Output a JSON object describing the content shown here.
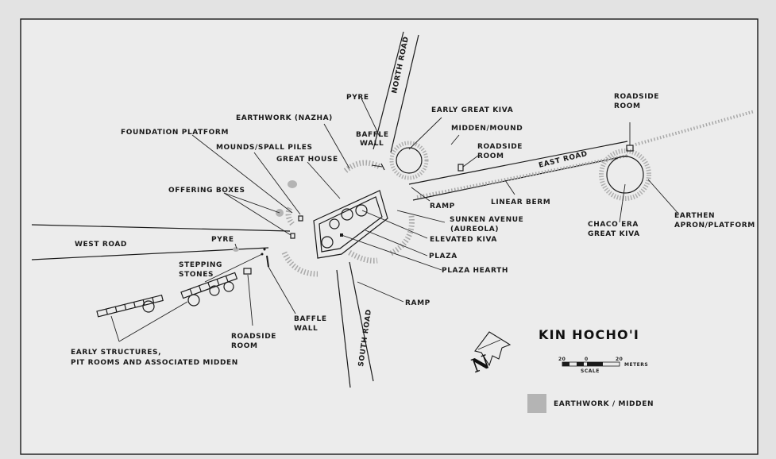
{
  "map": {
    "title": "KIN HOCHO'I",
    "labels": {
      "earthwork_nazha": "EARTHWORK (NAZHA)",
      "pyre_top": "PYRE",
      "north_road": "NORTH ROAD",
      "early_great_kiva": "EARLY GREAT KIVA",
      "midden_mound": "MIDDEN/MOUND",
      "roadside_room_mid_1": "ROADSIDE",
      "roadside_room_mid_2": "ROOM",
      "roadside_room_right_1": "ROADSIDE",
      "roadside_room_right_2": "ROOM",
      "east_road": "EAST ROAD",
      "foundation_platform": "FOUNDATION PLATFORM",
      "baffle_wall_top_1": "BAFFLE",
      "baffle_wall_top_2": "WALL",
      "mounds_spall_piles": "MOUNDS/SPALL PILES",
      "great_house": "GREAT HOUSE",
      "offering_boxes": "OFFERING BOXES",
      "ramp_top": "RAMP",
      "linear_berm": "LINEAR BERM",
      "chaco_great_kiva_1": "CHACO ERA",
      "chaco_great_kiva_2": "GREAT KIVA",
      "earthen_apron_1": "EARTHEN",
      "earthen_apron_2": "APRON/PLATFORM",
      "sunken_avenue_1": "SUNKEN AVENUE",
      "sunken_avenue_2": "(AUREOLA)",
      "elevated_kiva": "ELEVATED KIVA",
      "west_road": "WEST ROAD",
      "pyre_left": "PYRE",
      "plaza": "PLAZA",
      "plaza_hearth": "PLAZA HEARTH",
      "stepping_stones_1": "STEPPING",
      "stepping_stones_2": "STONES",
      "ramp_bottom": "RAMP",
      "baffle_wall_bottom_1": "BAFFLE",
      "baffle_wall_bottom_2": "WALL",
      "roadside_room_left_1": "ROADSIDE",
      "roadside_room_left_2": "ROOM",
      "early_structures_1": "EARLY STRUCTURES,",
      "early_structures_2": "PIT ROOMS AND ASSOCIATED MIDDEN",
      "south_road": "SOUTH ROAD"
    },
    "scale": {
      "left_value": "20",
      "mid_value": "0",
      "right_value": "20",
      "unit": "METERS",
      "caption": "SCALE"
    },
    "north_letter": "N",
    "legend": {
      "label": "EARTHWORK / MIDDEN",
      "swatch_color": "#b4b4b4"
    }
  }
}
